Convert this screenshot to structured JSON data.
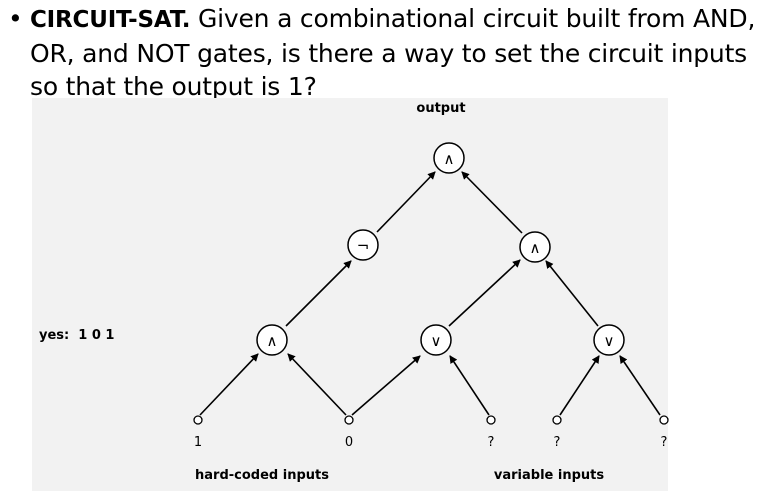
{
  "bullet": {
    "marker": "•",
    "term": "CIRCUIT-SAT.",
    "text": " Given a combinational circuit built from AND, OR, and NOT gates, is there a way to set the circuit inputs so that the output is 1?"
  },
  "diagram": {
    "output_label": "output",
    "yes_label": "yes:  1 0 1",
    "hardcoded_label": "hard-coded inputs",
    "variable_label": "variable inputs",
    "gates": {
      "top_and": "∧",
      "not": "¬",
      "right_and": "∧",
      "left_and": "∧",
      "mid_or": "∨",
      "right_or": "∨"
    },
    "inputs": {
      "in1": "1",
      "in2": "0",
      "in3": "?",
      "in4": "?",
      "in5": "?"
    }
  }
}
